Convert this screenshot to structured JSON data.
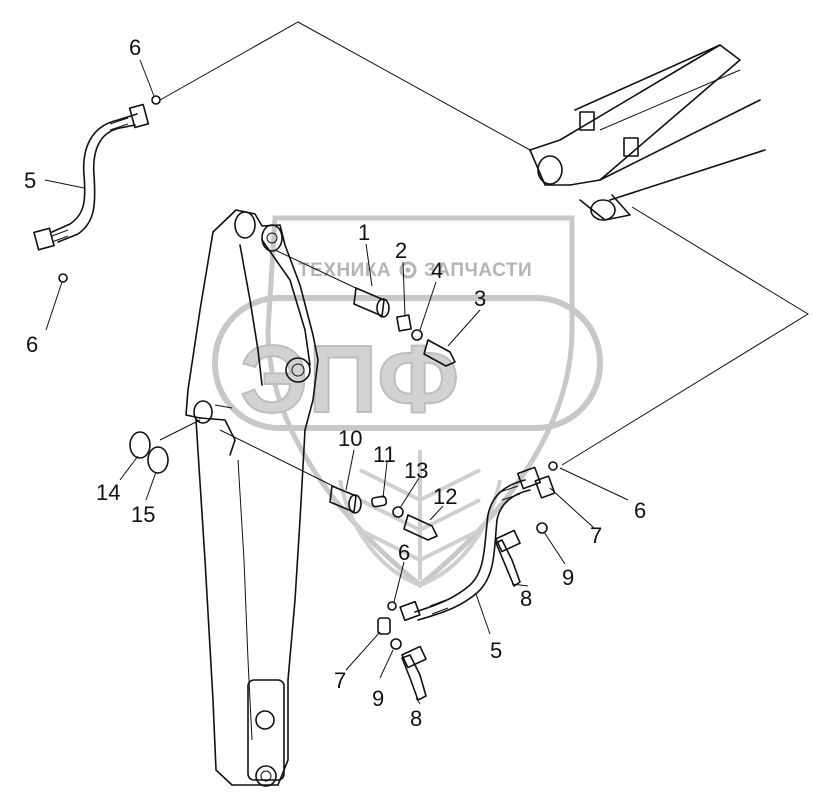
{
  "watermark": {
    "tagline_left": "ТЕХНИКА",
    "tagline_right": "ЗАПЧАСТИ",
    "monogram": "ЭПФ",
    "gear_icon": "gear-icon"
  },
  "callouts": [
    {
      "id": "c-6a",
      "text": "6"
    },
    {
      "id": "c-5a",
      "text": "5"
    },
    {
      "id": "c-6b",
      "text": "6"
    },
    {
      "id": "c-1",
      "text": "1"
    },
    {
      "id": "c-2",
      "text": "2"
    },
    {
      "id": "c-4",
      "text": "4"
    },
    {
      "id": "c-3",
      "text": "3"
    },
    {
      "id": "c-10",
      "text": "10"
    },
    {
      "id": "c-11",
      "text": "11"
    },
    {
      "id": "c-13",
      "text": "13"
    },
    {
      "id": "c-12",
      "text": "12"
    },
    {
      "id": "c-14",
      "text": "14"
    },
    {
      "id": "c-15",
      "text": "15"
    },
    {
      "id": "c-6c",
      "text": "6"
    },
    {
      "id": "c-7a",
      "text": "7"
    },
    {
      "id": "c-9a",
      "text": "9"
    },
    {
      "id": "c-8a",
      "text": "8"
    },
    {
      "id": "c-5b",
      "text": "5"
    },
    {
      "id": "c-6d",
      "text": "6"
    },
    {
      "id": "c-7b",
      "text": "7"
    },
    {
      "id": "c-9b",
      "text": "9"
    },
    {
      "id": "c-8b",
      "text": "8"
    }
  ]
}
